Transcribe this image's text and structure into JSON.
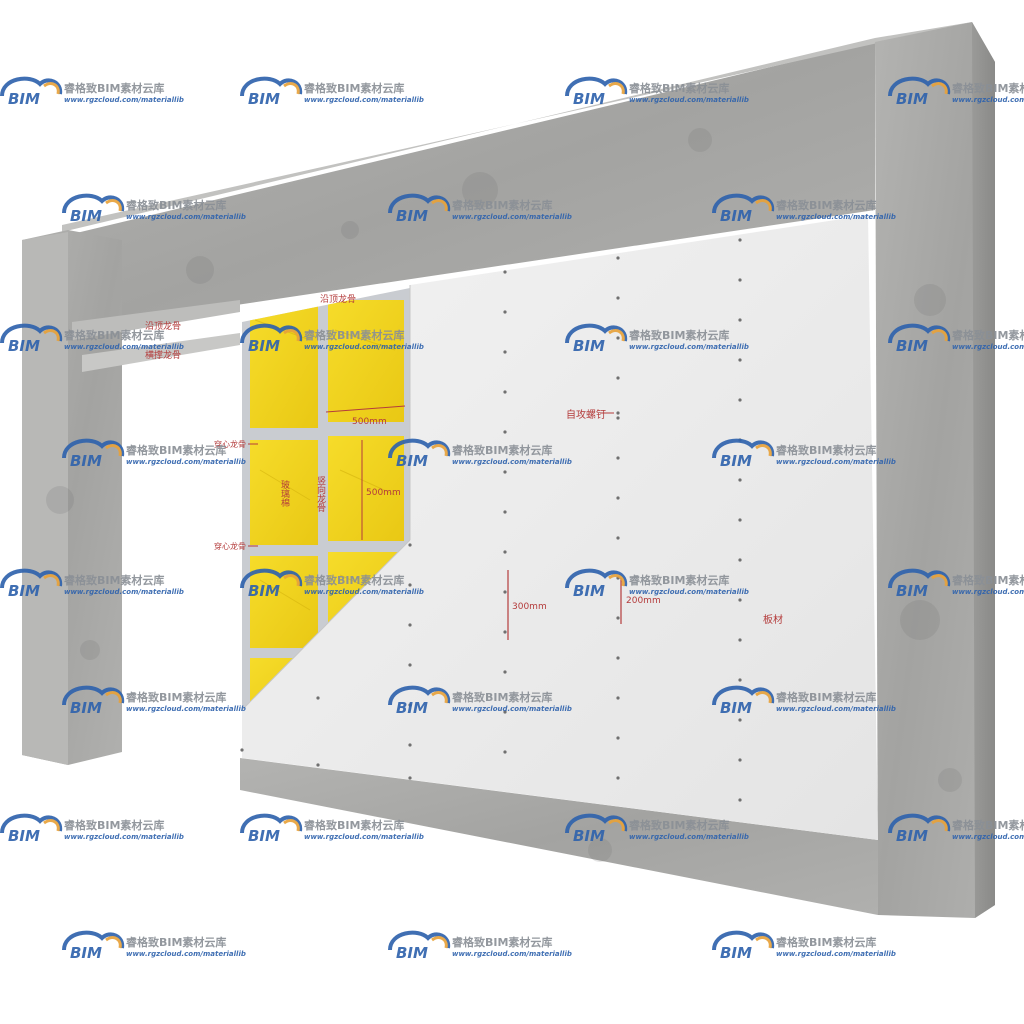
{
  "labels": {
    "top_track": "沿顶龙骨",
    "upper_track_a": "沿顶龙骨",
    "lower_track": "横撑龙骨",
    "glass_wool": "玻璃棉",
    "vertical_stud": "竖向龙骨",
    "through_stud_upper": "穿心龙骨",
    "through_stud_lower": "穿心龙骨",
    "dim_horizontal": "500mm",
    "dim_vertical": "500mm",
    "screw": "自攻螺钉",
    "dim_300": "300mm",
    "dim_200": "200mm",
    "board": "板材"
  },
  "watermark": {
    "logo_text": "BIM",
    "brand": "睿格致BIM素材云库",
    "url": "www.rgzcloud.com/materiallib",
    "colors": {
      "blue": "#2f63ad",
      "orange": "#e8a23a",
      "gray": "#8a8f96"
    }
  },
  "colors": {
    "concrete": "#a9a9a7",
    "concrete_dark": "#8f8f8d",
    "board": "#ececec",
    "insulation": "#f0d21c",
    "stud": "#c9ccd1",
    "annotation": "#b43c3c"
  }
}
